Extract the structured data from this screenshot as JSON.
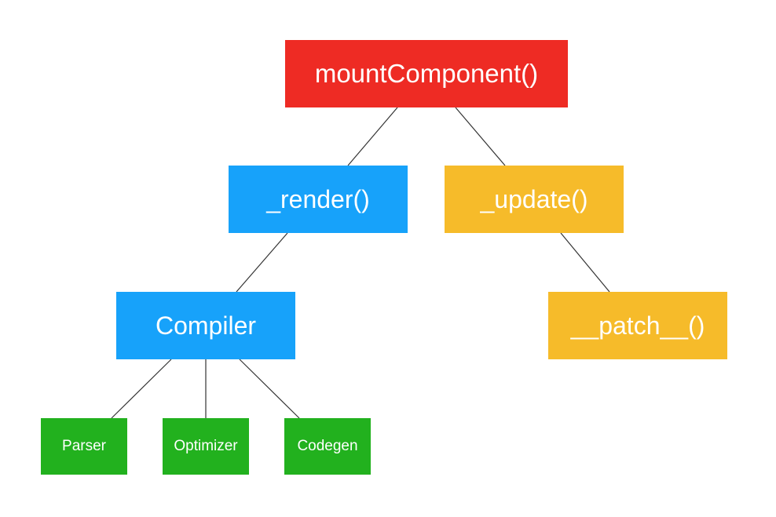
{
  "colors": {
    "root": "#ee2b24",
    "render_branch": "#17a2fa",
    "update_branch": "#f6bb2a",
    "compiler_parts": "#22b11e",
    "connector": "#333333"
  },
  "nodes": {
    "mount_component": {
      "label": "mountComponent()"
    },
    "render": {
      "label": "_render()"
    },
    "update": {
      "label": "_update()"
    },
    "compiler": {
      "label": "Compiler"
    },
    "patch": {
      "label": "__patch__()"
    },
    "parser": {
      "label": "Parser"
    },
    "optimizer": {
      "label": "Optimizer"
    },
    "codegen": {
      "label": "Codegen"
    }
  },
  "edges": [
    {
      "from": "mount_component",
      "to": "render"
    },
    {
      "from": "mount_component",
      "to": "update"
    },
    {
      "from": "render",
      "to": "compiler"
    },
    {
      "from": "update",
      "to": "patch"
    },
    {
      "from": "compiler",
      "to": "parser"
    },
    {
      "from": "compiler",
      "to": "optimizer"
    },
    {
      "from": "compiler",
      "to": "codegen"
    }
  ]
}
